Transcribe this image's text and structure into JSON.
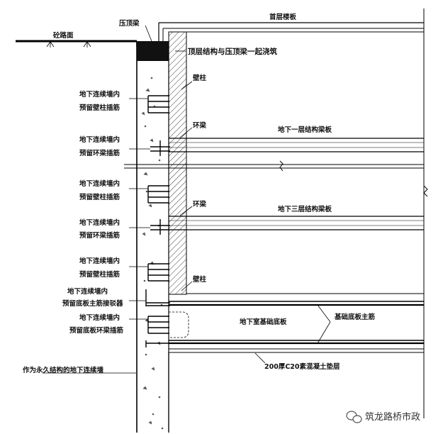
{
  "labels": {
    "road_surface": "砼路面",
    "crown_beam": "压顶梁",
    "ground_floor_slab": "首层楼板",
    "top_structure_note": "顶层结构与压顶梁一起浇筑",
    "wall_column_1": "壁柱",
    "wall_column_2": "壁柱",
    "ring_beam_1": "环梁",
    "ring_beam_2": "环梁",
    "b1_slab": "地下一层结构梁板",
    "b3_slab": "地下三层结构梁板",
    "basement_base_slab": "地下室基础底板",
    "base_slab_main_rebar": "基础底板主筋",
    "c20_cushion": "200厚C20素混凝土垫层",
    "permanent_wall": "作为永久结构的地下连续墙"
  },
  "left_notes": [
    {
      "line1": "地下连续墙内",
      "line2": "预留壁柱插筋"
    },
    {
      "line1": "地下连续墙内",
      "line2": "预留环梁插筋"
    },
    {
      "line1": "地下连续墙内",
      "line2": "预留壁柱插筋"
    },
    {
      "line1": "地下连续墙内",
      "line2": "预留环梁插筋"
    },
    {
      "line1": "地下连续墙内",
      "line2": "预留壁柱插筋"
    },
    {
      "line1": "地下连续墙内",
      "line2": "预留底板主筋接驳器"
    },
    {
      "line1": "地下连续墙内",
      "line2": "预留底板环梁插筋"
    }
  ],
  "watermark": {
    "icon": "wechat-icon",
    "text": "筑龙路桥市政"
  }
}
